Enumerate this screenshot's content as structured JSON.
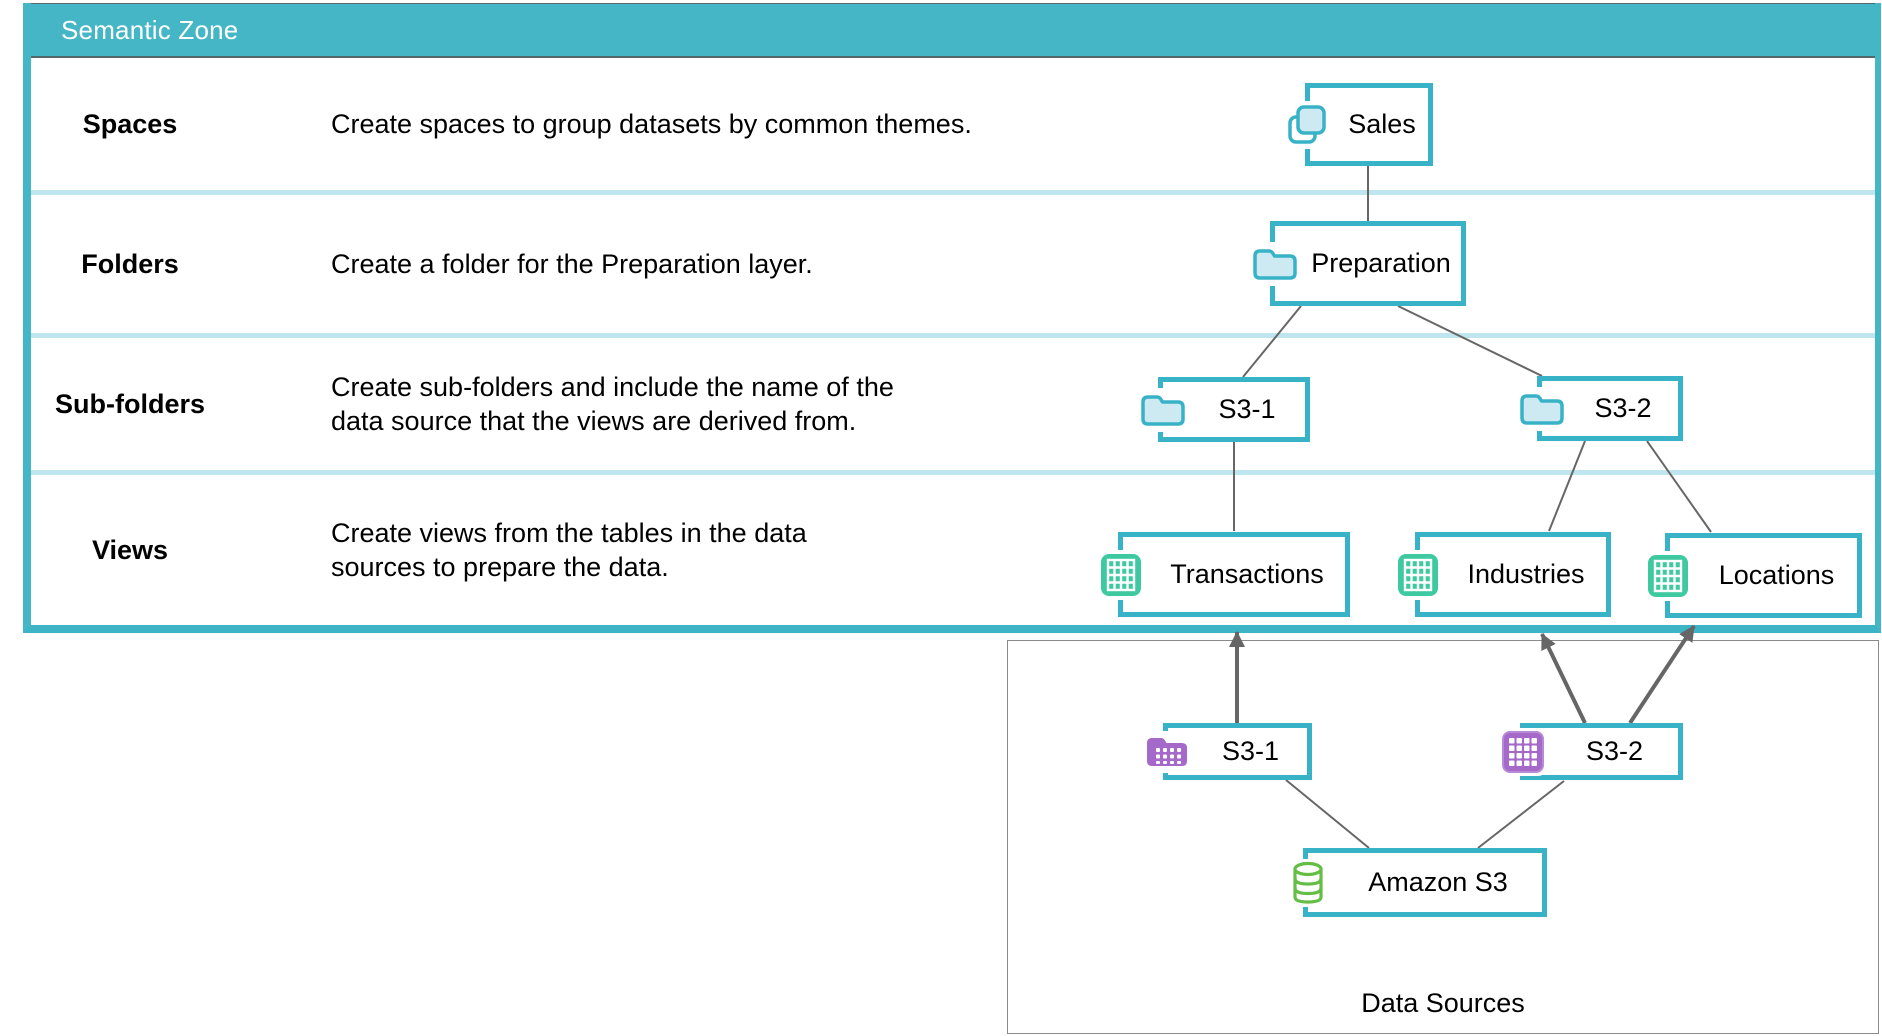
{
  "header": {
    "title": "Semantic Zone"
  },
  "rows": [
    {
      "label": "Spaces",
      "description": "Create spaces to group datasets by common themes."
    },
    {
      "label": "Folders",
      "description": "Create a folder for the Preparation layer."
    },
    {
      "label": "Sub-folders",
      "description": "Create sub-folders and include the name of the\ndata source that the views are derived from."
    },
    {
      "label": "Views",
      "description": "Create views from the tables in the data\nsources to prepare the data."
    }
  ],
  "nodes": {
    "sales": {
      "label": "Sales",
      "icon": "space-icon"
    },
    "preparation": {
      "label": "Preparation",
      "icon": "folder-icon"
    },
    "subfolder_s3_1": {
      "label": "S3-1",
      "icon": "folder-icon"
    },
    "subfolder_s3_2": {
      "label": "S3-2",
      "icon": "folder-icon"
    },
    "view_transactions": {
      "label": "Transactions",
      "icon": "view-table-icon"
    },
    "view_industries": {
      "label": "Industries",
      "icon": "view-table-icon"
    },
    "view_locations": {
      "label": "Locations",
      "icon": "view-table-icon"
    },
    "source_s3_1": {
      "label": "S3-1",
      "icon": "source-folder-icon"
    },
    "source_s3_2": {
      "label": "S3-2",
      "icon": "source-table-icon"
    },
    "amazon_s3": {
      "label": "Amazon S3",
      "icon": "database-icon"
    }
  },
  "data_sources_box": {
    "label": "Data Sources"
  },
  "colors": {
    "header_teal": "#45b6c6",
    "node_border_teal": "#38b2c7",
    "separator_light_teal": "#bfe6ef",
    "folder_icon_fill": "#cde9f2",
    "view_icon_green": "#3fc9a0",
    "source_icon_purple": "#a569c9",
    "database_icon_green": "#64bd44",
    "connector_gray": "#666666"
  }
}
